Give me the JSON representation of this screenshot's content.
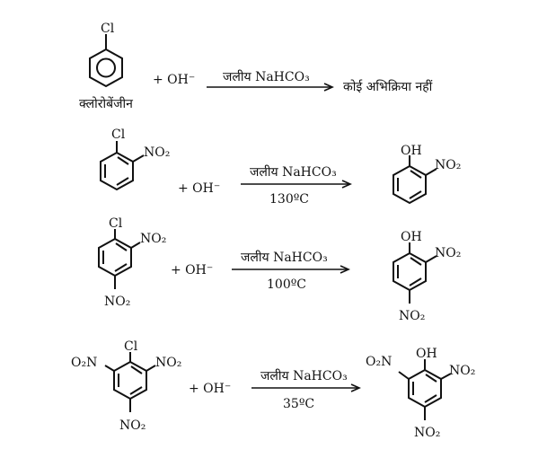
{
  "reactions": [
    {
      "reactant_label": "क्लोरोबेंजीन",
      "reagent": "+ OH⁻",
      "condition_top": "जलीय NaHCO₃",
      "condition_bottom": "",
      "result": "कोई अभिक्रिया नहीं"
    },
    {
      "reagent": "+ OH⁻",
      "condition_top": "जलीय NaHCO₃",
      "condition_bottom": "130ºC"
    },
    {
      "reagent": "+ OH⁻",
      "condition_top": "जलीय NaHCO₃",
      "condition_bottom": "100ºC"
    },
    {
      "reagent": "+ OH⁻",
      "condition_top": "जलीय NaHCO₃",
      "condition_bottom": "35ºC"
    }
  ],
  "groups": {
    "cl": "Cl",
    "oh": "OH",
    "no2": "NO₂",
    "o2n": "O₂N"
  }
}
